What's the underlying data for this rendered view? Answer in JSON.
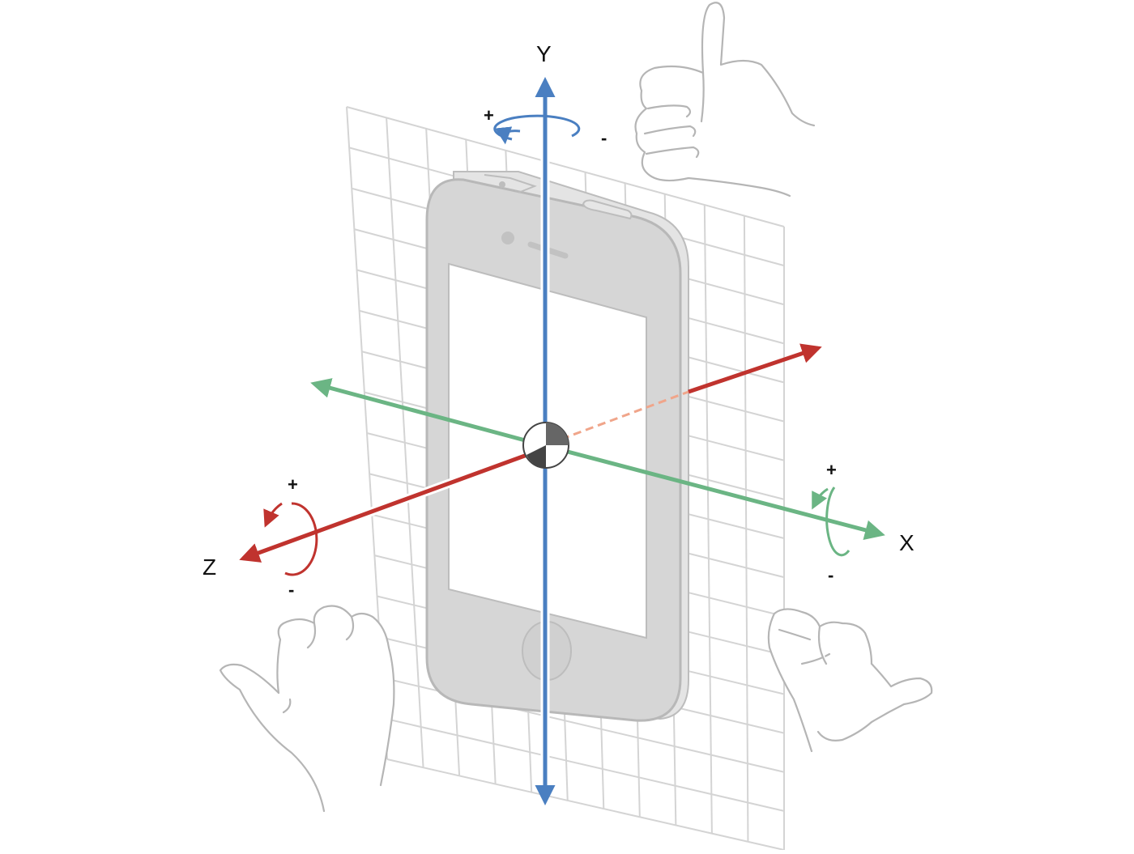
{
  "axes": {
    "y": {
      "label": "Y",
      "plus": "+",
      "minus": "-",
      "color": "#4a7fc1"
    },
    "x": {
      "label": "X",
      "plus": "+",
      "minus": "-",
      "color": "#6bb584"
    },
    "z": {
      "label": "Z",
      "plus": "+",
      "minus": "-",
      "color": "#c0332e"
    }
  },
  "colors": {
    "grid": "#d4d4d4",
    "phone_body": "#d6d6d6",
    "phone_edge": "#b8b8b8",
    "hand_stroke": "#b5b5b5",
    "z_dashed": "#f0a58a"
  },
  "icons": [
    "thumbs-up-hand-icon",
    "left-hand-icon",
    "right-hand-icon",
    "phone-icon"
  ]
}
